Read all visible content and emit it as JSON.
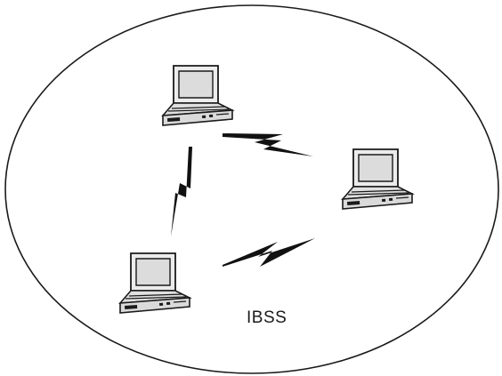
{
  "diagram": {
    "boundary_label": "IBSS",
    "nodes": [
      {
        "icon": "laptop-icon",
        "name": "station-top"
      },
      {
        "icon": "laptop-icon",
        "name": "station-right"
      },
      {
        "icon": "laptop-icon",
        "name": "station-bottom-left"
      }
    ],
    "links": [
      {
        "from": "station-top",
        "to": "station-right",
        "type": "wireless"
      },
      {
        "from": "station-top",
        "to": "station-bottom-left",
        "type": "wireless"
      },
      {
        "from": "station-bottom-left",
        "to": "station-right",
        "type": "wireless"
      }
    ],
    "colors": {
      "line": "#1a1a1a",
      "laptop_body": "#e6e6e6",
      "laptop_screen": "#d9d9d9",
      "background": "#ffffff"
    }
  }
}
